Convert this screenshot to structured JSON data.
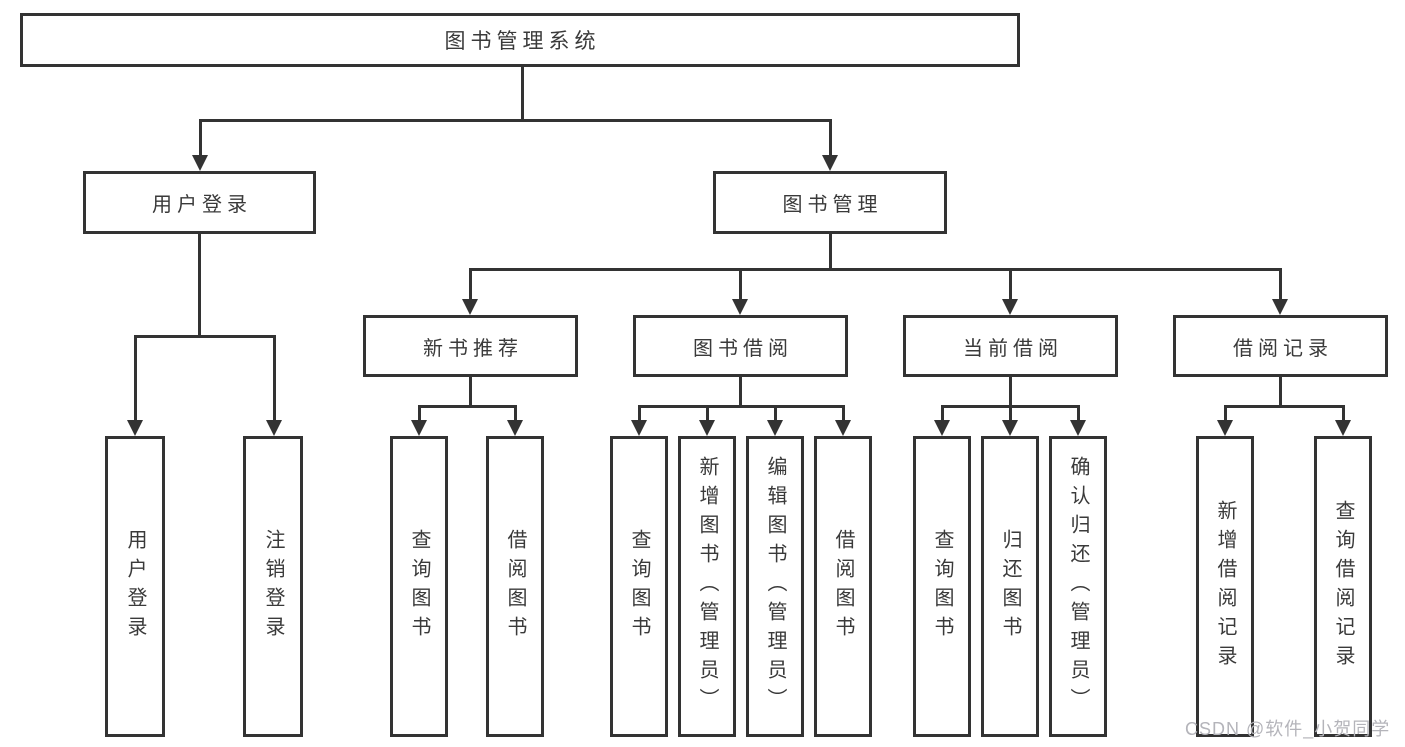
{
  "colors": {
    "line": "#333333",
    "box_border": "#333333",
    "text": "#3a3a3a",
    "watermark": "#b4b4ba",
    "background": "#ffffff"
  },
  "watermark": {
    "text": "CSDN @软件_小贺同学"
  },
  "tree": {
    "root": {
      "label": "图书管理系统",
      "children": [
        {
          "label": "用户登录",
          "children": [
            {
              "label": "用户登录"
            },
            {
              "label": "注销登录"
            }
          ]
        },
        {
          "label": "图书管理",
          "children": [
            {
              "label": "新书推荐",
              "children": [
                {
                  "label": "查询图书"
                },
                {
                  "label": "借阅图书"
                }
              ]
            },
            {
              "label": "图书借阅",
              "children": [
                {
                  "label": "查询图书"
                },
                {
                  "label": "新增图书（管理员）"
                },
                {
                  "label": "编辑图书（管理员）"
                },
                {
                  "label": "借阅图书"
                }
              ]
            },
            {
              "label": "当前借阅",
              "children": [
                {
                  "label": "查询图书"
                },
                {
                  "label": "归还图书"
                },
                {
                  "label": "确认归还（管理员）"
                }
              ]
            },
            {
              "label": "借阅记录",
              "children": [
                {
                  "label": "新增借阅记录"
                },
                {
                  "label": "查询借阅记录"
                }
              ]
            }
          ]
        }
      ]
    }
  }
}
